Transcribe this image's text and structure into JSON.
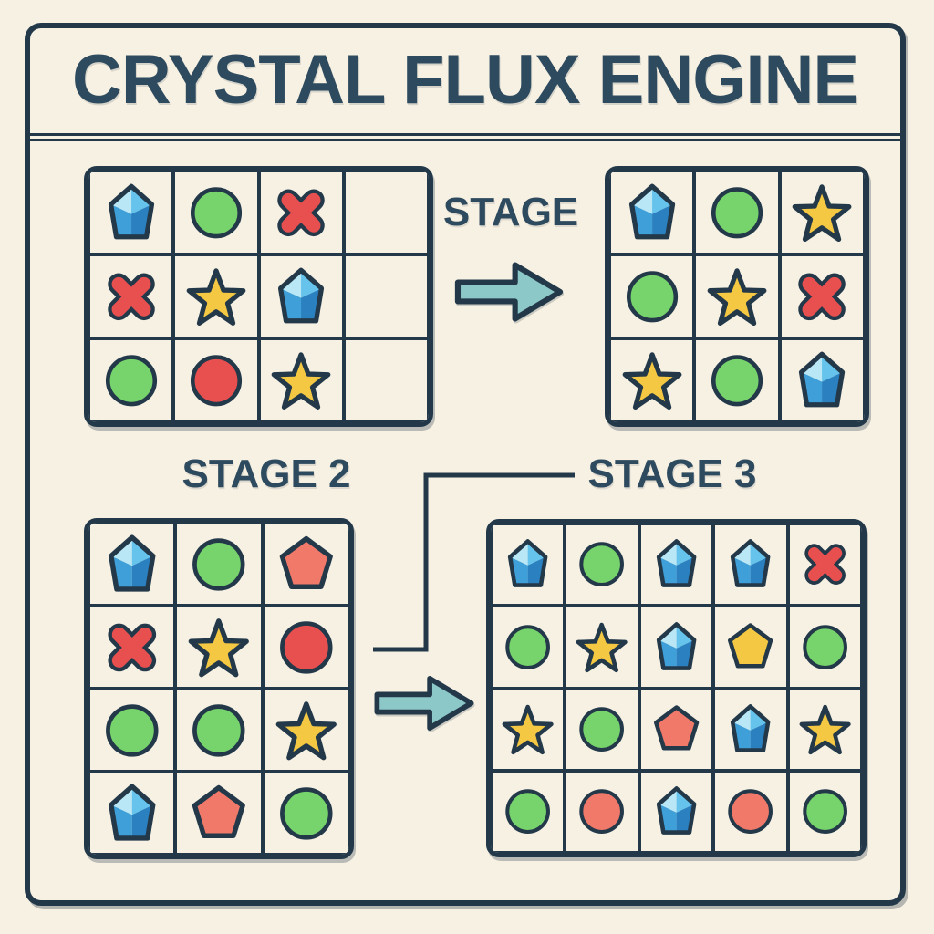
{
  "title": "CRYSTAL FLUX ENGINE",
  "stage_labels": {
    "stage1": "STAGE",
    "stage2": "STAGE 2",
    "stage3": "STAGE 3"
  },
  "colors": {
    "background": "#f7f1e3",
    "navy": "#23394a",
    "slate": "#2e4a5e",
    "green": "#77d36b",
    "red": "#e85050",
    "salmon": "#f0796a",
    "yellow": "#f5c843",
    "teal": "#8dc8c8",
    "gem_light": "#b9e7f5",
    "gem_mid_light": "#65c3ec",
    "gem_mid": "#3f9fd8",
    "gem_dark": "#2b80c0"
  },
  "icon_legend": {
    "gem": "blue faceted crystal gem",
    "circle-green": "green circle token",
    "circle-red": "red circle token",
    "circle-salmon": "salmon circle token",
    "x-mark": "red X mark",
    "star": "yellow five-point star",
    "pentagon-salmon": "salmon pentagon token",
    "pentagon-yellow": "yellow pentagon token"
  },
  "grids": [
    {
      "id": "stage1-before",
      "rows": 3,
      "cols": 4,
      "cells": [
        [
          "gem",
          "circle-green",
          "x-mark",
          ""
        ],
        [
          "x-mark",
          "star",
          "gem",
          ""
        ],
        [
          "circle-green",
          "circle-red",
          "star",
          ""
        ]
      ]
    },
    {
      "id": "stage1-after",
      "rows": 3,
      "cols": 3,
      "cells": [
        [
          "gem",
          "circle-green",
          "star"
        ],
        [
          "circle-green",
          "star",
          "x-mark"
        ],
        [
          "star",
          "circle-green",
          "gem"
        ]
      ]
    },
    {
      "id": "stage2",
      "rows": 4,
      "cols": 3,
      "cells": [
        [
          "gem",
          "circle-green",
          "pentagon-salmon"
        ],
        [
          "x-mark",
          "star",
          "circle-red"
        ],
        [
          "circle-green",
          "circle-green",
          "star"
        ],
        [
          "gem",
          "pentagon-salmon",
          "circle-green"
        ]
      ]
    },
    {
      "id": "stage3",
      "rows": 4,
      "cols": 5,
      "cells": [
        [
          "gem",
          "circle-green",
          "gem",
          "gem",
          "x-mark"
        ],
        [
          "circle-green",
          "star",
          "gem",
          "pentagon-yellow",
          "circle-green"
        ],
        [
          "star",
          "circle-green",
          "pentagon-salmon",
          "gem",
          "star"
        ],
        [
          "circle-green",
          "circle-salmon",
          "gem",
          "circle-salmon",
          "circle-green"
        ]
      ]
    }
  ]
}
